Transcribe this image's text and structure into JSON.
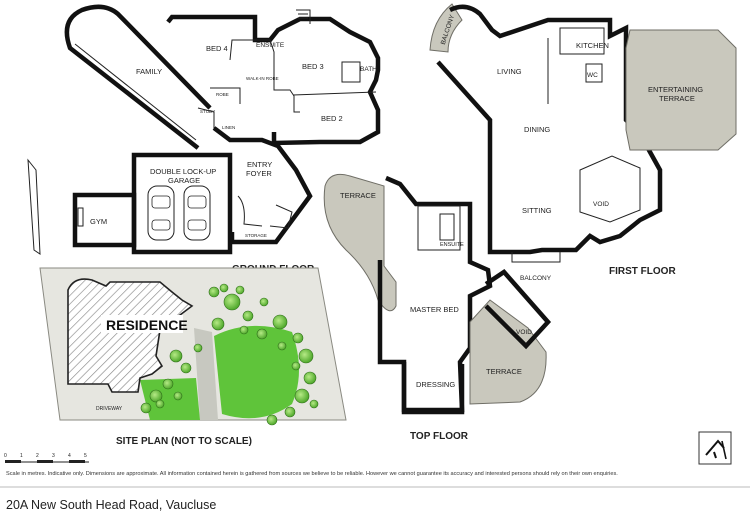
{
  "labels": {
    "family": "FAMILY",
    "bed4": "BED 4",
    "ensuite_ground": "ENSUITE",
    "bed3": "BED 3",
    "bath": "BATH",
    "walkin_robe": "WALK-IN ROBE",
    "robe_small": "ROBE",
    "linen": "LINEN",
    "study": "STUDY",
    "bed2": "BED 2",
    "double_garage_1": "DOUBLE LOCK-UP",
    "double_garage_2": "GARAGE",
    "entry_1": "ENTRY",
    "entry_2": "FOYER",
    "gym": "GYM",
    "storage": "STORAGE",
    "ground_floor": "GROUND FLOOR",
    "balcony_top": "BALCONY",
    "kitchen": "KITCHEN",
    "living": "LIVING",
    "wc": "WC",
    "entertaining_1": "ENTERTAINING",
    "entertaining_2": "TERRACE",
    "dining": "DINING",
    "sitting": "SITTING",
    "void_first": "VOID",
    "balcony_bottom": "BALCONY",
    "first_floor": "FIRST FLOOR",
    "terrace_top": "TERRACE",
    "ensuite_top": "ENSUITE",
    "master_bed": "MASTER BED",
    "void_top": "VOID",
    "dressing": "DRESSING",
    "terrace_right": "TERRACE",
    "top_floor": "TOP FLOOR",
    "residence": "RESIDENCE",
    "driveway": "DRIVEWAY",
    "site_plan": "SITE PLAN (NOT TO SCALE)"
  },
  "scale_bar": [
    "0",
    "1",
    "2",
    "3",
    "4",
    "5"
  ],
  "disclaimer": "Scale in metres. Indicative only. Dimensions are approximate. All information contained herein is gathered from sources we believe to be reliable. However we cannot guarantee its accuracy and interested persons should rely on their own enquiries.",
  "address": "20A New South Head Road, Vaucluse",
  "colors": {
    "terrace": "#c9c8bd",
    "lawn": "#5fc43a",
    "tree": "#7ed04f",
    "residence_hatch": "#9a9a9a",
    "path": "#c7c8c0"
  },
  "icons": {
    "compass": "north-compass-icon"
  }
}
